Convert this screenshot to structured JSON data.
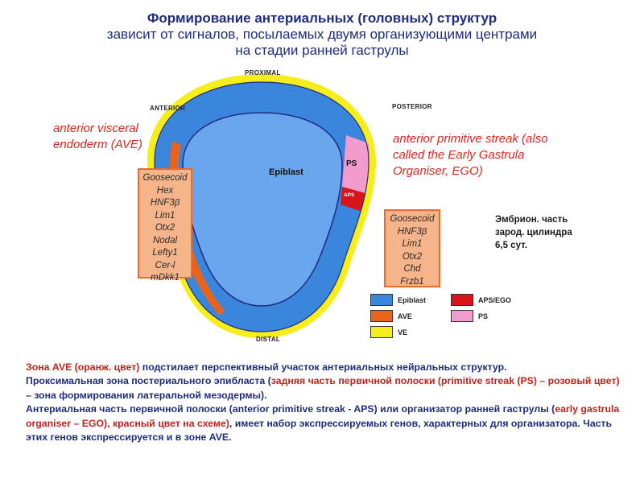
{
  "title": {
    "line1": "Формирование антериальных (головных) структур",
    "line2": "зависит от сигналов, посылаемых двумя организующими центрами",
    "line3": "на стадии ранней гаструлы"
  },
  "diagram": {
    "proximal": "PROXIMAL",
    "anterior": "ANTERIOR",
    "posterior": "POSTERIOR",
    "distal": "DISTAL",
    "epiblast": "Epiblast",
    "ps": "PS",
    "aps": "APS"
  },
  "ave_label": {
    "line1": "anterior visceral",
    "line2": "endoderm (AVE)"
  },
  "ego_label": {
    "line1": "anterior primitive streak (also",
    "line2": "called the Early Gastrula",
    "line3": "Organiser, EGO)"
  },
  "ave_genes": [
    "Goosecoid",
    "Hex",
    "HNF3β",
    "Lim1",
    "Otx2",
    "Nodal",
    "Lefty1",
    "Cer-l",
    "mDkk1"
  ],
  "ego_genes": [
    "Goosecoid",
    "HNF3β",
    "Lim1",
    "Otx2",
    "Chd",
    "Frzb1"
  ],
  "embryo_note": {
    "line1": "Эмбрион. часть",
    "line2": "зарод. цилиндра",
    "line3": "6,5 сут."
  },
  "legend": [
    {
      "label": "Epiblast",
      "color": "#3a86dd"
    },
    {
      "label": "APS/EGO",
      "color": "#d8141b"
    },
    {
      "label": "AVE",
      "color": "#e8641c"
    },
    {
      "label": "PS",
      "color": "#f29bcd"
    },
    {
      "label": "VE",
      "color": "#f6ee1c"
    }
  ],
  "paragraph": {
    "p1a": "Зона AVE (оранж. цвет)",
    "p1b": " подстилает перспективный участок антериальных нейральных структур.",
    "p2a": "Проксимальная зона постериального эпибласта (",
    "p2b": "задняя часть первичной полоски (primitive streak (PS) – розовый цвет)",
    "p2c": " – зона формирования латеральной мезодермы).",
    "p3a": "Антериальная часть первичной полоски (anterior primitive streak - APS) или организатор ранней гаструлы (",
    "p3b": "early gastrula organiser – EGO), красный цвет на схеме)",
    "p3c": ", имеет набор экспрессируемых генов, характерных для организатора. Часть этих генов экспрессируется и в зоне AVE."
  }
}
